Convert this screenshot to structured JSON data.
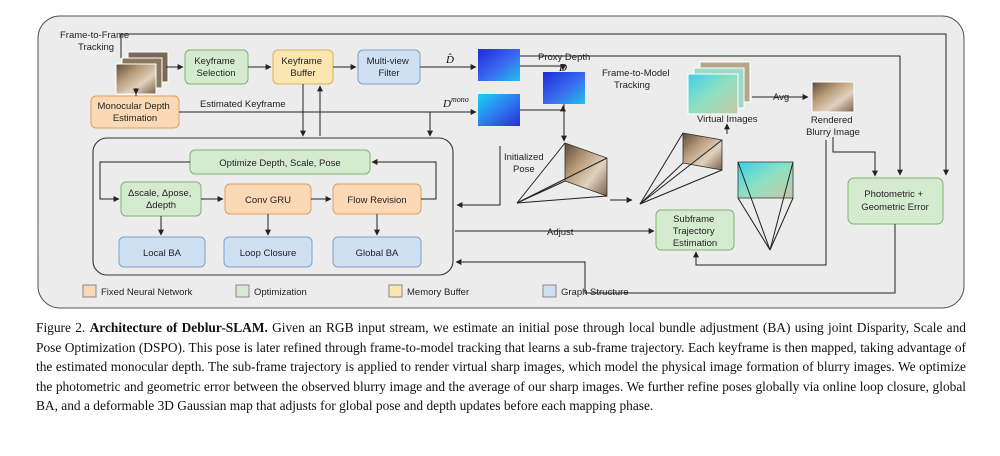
{
  "figure": {
    "labels": {
      "frame_to_frame": [
        "Frame-to-Frame",
        "Tracking"
      ],
      "frame_to_model": [
        "Frame-to-Model",
        "Tracking"
      ],
      "estimated_keyframe": "Estimated Keyframe",
      "proxy_depth": "Proxy Depth",
      "d_hat": "D̂",
      "d_proxy": "D",
      "d_mono": "D",
      "d_mono_sup": "mono",
      "initialized_pose": [
        "Initialized",
        "Pose"
      ],
      "virtual_images": "Virtual Images",
      "avg": "Avg",
      "rendered_blurry": [
        "Rendered",
        "Blurry Image"
      ],
      "adjust": "Adjust"
    },
    "boxes": {
      "keyframe_selection": [
        "Keyframe",
        "Selection"
      ],
      "keyframe_buffer": [
        "Keyframe",
        "Buffer"
      ],
      "multiview_filter": [
        "Multi-view",
        "Filter"
      ],
      "mono_depth": [
        "Monocular Depth",
        "Estimation"
      ],
      "optimize_depth": "Optimize Depth, Scale, Pose",
      "delta_scale": [
        "Δscale, Δpose,",
        "Δdepth"
      ],
      "conv_gru": "Conv GRU",
      "flow_revision": "Flow Revision",
      "local_ba": "Local BA",
      "loop_closure": "Loop Closure",
      "global_ba": "Global BA",
      "subframe": [
        "Subframe",
        "Trajectory",
        "Estimation"
      ],
      "photometric": [
        "Photometric +",
        "Geometric Error"
      ]
    },
    "legend": [
      {
        "label": "Fixed Neural Network",
        "color": "#fcd9b6"
      },
      {
        "label": "Optimization",
        "color": "#d5ebd0"
      },
      {
        "label": "Memory Buffer",
        "color": "#fbe5b0"
      },
      {
        "label": "Graph Structure",
        "color": "#cfe0f3"
      }
    ],
    "colors": {
      "neural": "#fcd9b6",
      "neural_stroke": "#e0a15e",
      "opt": "#d5ebd0",
      "opt_stroke": "#7fb56f",
      "mem": "#fbe5b0",
      "mem_stroke": "#d9b455",
      "graph": "#cfe0f3",
      "graph_stroke": "#7f9fc8",
      "panel": "#ececec"
    }
  },
  "caption": {
    "prefix": "Figure 2. ",
    "title": "Architecture of Deblur-SLAM.",
    "body": " Given an RGB input stream, we estimate an initial pose through local bundle adjustment (BA) using joint Disparity, Scale and Pose Optimization (DSPO). This pose is later refined through frame-to-model tracking that learns a sub-frame trajectory. Each keyframe is then mapped, taking advantage of the estimated monocular depth. The sub-frame trajectory is applied to render virtual sharp images, which model the physical image formation of blurry images. We optimize the photometric and geometric error between the observed blurry image and the average of our sharp images. We further refine poses globally via online loop closure, global BA, and a deformable 3D Gaussian map that adjusts for global pose and depth updates before each mapping phase."
  }
}
